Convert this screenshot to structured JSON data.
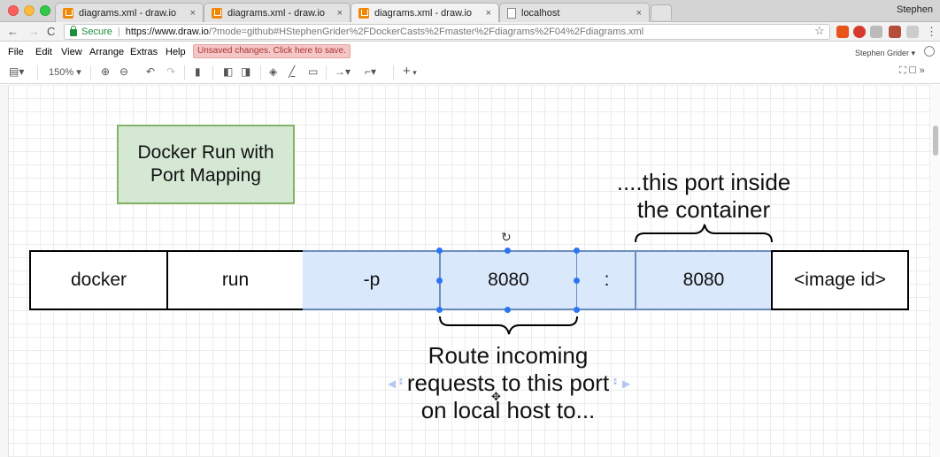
{
  "browser": {
    "tabs": [
      {
        "title": "diagrams.xml - draw.io",
        "active": false
      },
      {
        "title": "diagrams.xml - draw.io",
        "active": false
      },
      {
        "title": "diagrams.xml - draw.io",
        "active": true
      },
      {
        "title": "localhost",
        "active": false
      }
    ],
    "tab_close": "×",
    "profile": "Stephen",
    "secure_label": "Secure",
    "url_host": "https://www.draw.io",
    "url_path": "/?mode=github#HStephenGrider%2FDockerCasts%2Fmaster%2Fdiagrams%2F04%2Fdiagrams.xml",
    "back": "←",
    "forward": "→",
    "reload": "C",
    "star": "☆"
  },
  "menubar": {
    "items": [
      "File",
      "Edit",
      "View",
      "Arrange",
      "Extras",
      "Help"
    ],
    "unsaved": "Unsaved changes. Click here to save.",
    "user": "Stephen Grider ▾"
  },
  "toolbar": {
    "zoom": "150%",
    "zoom_in": "⊕",
    "zoom_out": "⊖",
    "undo": "↶",
    "redo": "↷",
    "delete": "🗑",
    "add": "+"
  },
  "diagram": {
    "title_line1": "Docker Run with",
    "title_line2": "Port Mapping",
    "cells": [
      "docker",
      "run",
      "-p",
      "8080",
      ":",
      "8080",
      "<image id>"
    ],
    "annot_top_line1": "....this port inside",
    "annot_top_line2": "the container",
    "annot_bottom_line1": "Route incoming",
    "annot_bottom_line2": "requests to this port",
    "annot_bottom_line3": "on local host to..."
  }
}
